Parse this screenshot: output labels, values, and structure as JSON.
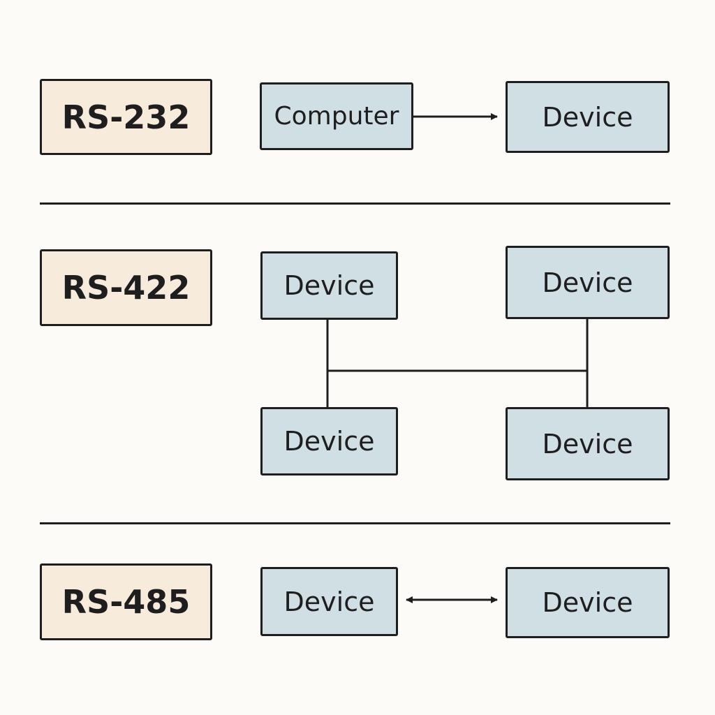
{
  "sections": [
    {
      "standard": "RS-232",
      "nodes": [
        "Computer",
        "Device"
      ]
    },
    {
      "standard": "RS-422",
      "nodes": [
        "Device",
        "Device",
        "Device",
        "Device"
      ]
    },
    {
      "standard": "RS-485",
      "nodes": [
        "Device",
        "Device"
      ]
    }
  ],
  "colors": {
    "standard_fill": "#f7ecdb",
    "node_fill": "#cfdfe4",
    "stroke": "#1e1e1e",
    "background": "#fcfbf7"
  }
}
